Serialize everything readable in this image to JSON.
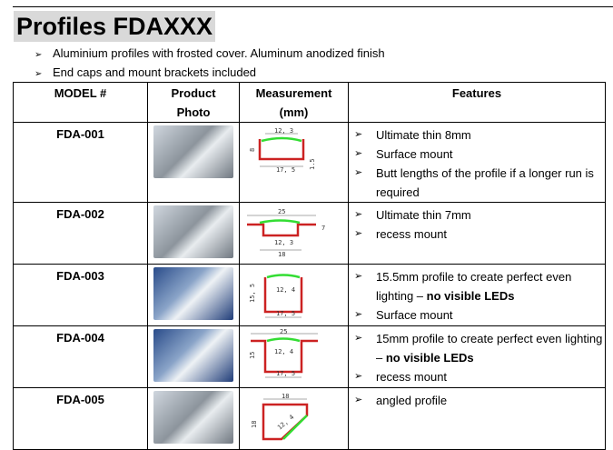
{
  "title": "Profiles FDAXXX",
  "intro": [
    "Aluminium profiles with frosted cover. Aluminum anodized finish",
    "End caps and mount brackets included"
  ],
  "table": {
    "headers": {
      "model": "MODEL #",
      "photo_1": "Product",
      "photo_2": "Photo",
      "meas_1": "Measurement",
      "meas_2": "(mm)",
      "features": "Features"
    },
    "rows": [
      {
        "model": "FDA-001",
        "dims": [
          "12, 3",
          "8",
          "17, 5",
          "1.5"
        ],
        "features": [
          [
            "Ultimate thin 8mm"
          ],
          [
            "Surface mount"
          ],
          [
            "Butt lengths of the profile if a longer run is required"
          ]
        ]
      },
      {
        "model": "FDA-002",
        "dims": [
          "25",
          "7",
          "12, 3",
          "18"
        ],
        "features": [
          [
            "Ultimate thin 7mm"
          ],
          [
            "recess mount"
          ]
        ]
      },
      {
        "model": "FDA-003",
        "dims": [
          "15, 5",
          "12, 4",
          "17, 5"
        ],
        "features": [
          [
            "15.5mm profile to create perfect even lighting – ",
            "no visible LEDs"
          ],
          [
            "Surface mount"
          ]
        ]
      },
      {
        "model": "FDA-004",
        "dims": [
          "25",
          "15",
          "12, 4",
          "17, 5"
        ],
        "features": [
          [
            "15mm profile to create perfect even lighting – ",
            "no visible LEDs"
          ],
          [
            "recess mount"
          ]
        ]
      },
      {
        "model": "FDA-005",
        "dims": [
          "18",
          "18",
          "12, 4"
        ],
        "features": [
          [
            "angled profile"
          ]
        ]
      }
    ]
  },
  "colors": {
    "profile": "#cc2222",
    "cover": "#33dd33"
  }
}
